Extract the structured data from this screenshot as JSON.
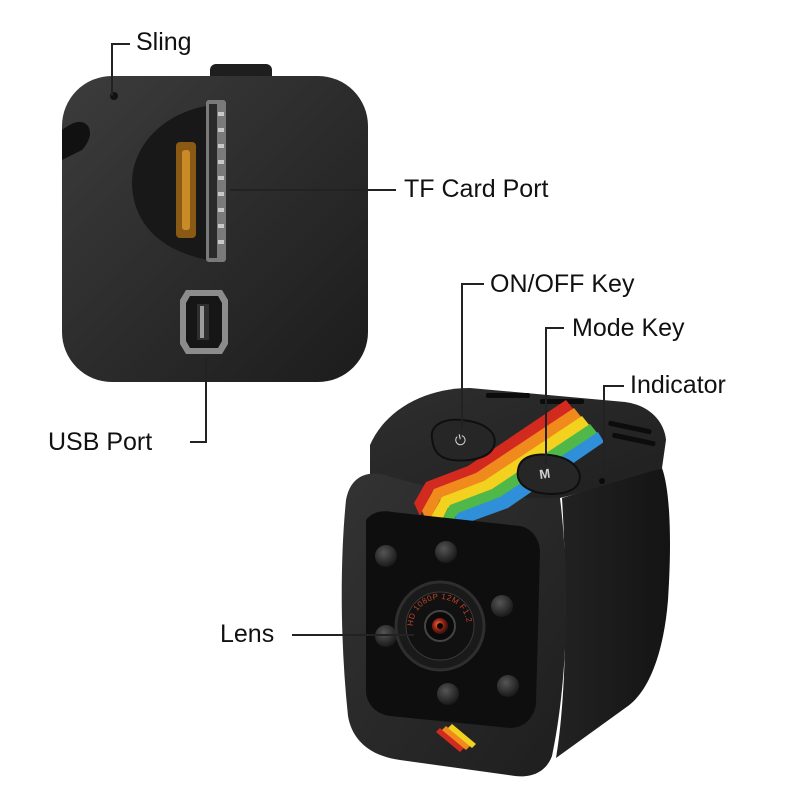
{
  "labels": {
    "sling": "Sling",
    "tf_card_port": "TF Card Port",
    "usb_port": "USB Port",
    "on_off_key": "ON/OFF Key",
    "mode_key": "Mode Key",
    "indicator": "Indicator",
    "lens": "Lens"
  },
  "lens_ring_text": "HD 1080P 12M F1.2",
  "colors": {
    "body": "#2b2b2b",
    "leader_line": "#222222",
    "stripe": [
      "#d32a20",
      "#f08a1c",
      "#f2d21e",
      "#4fb848",
      "#2f8fd8"
    ]
  }
}
